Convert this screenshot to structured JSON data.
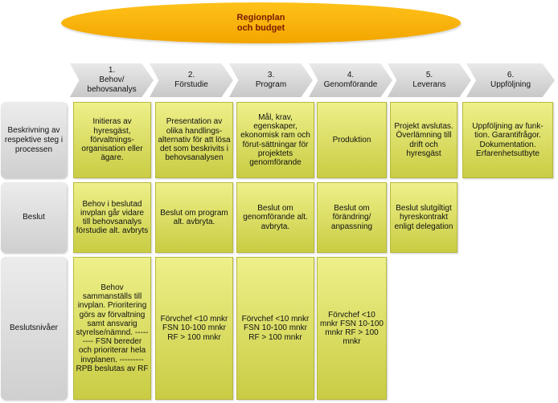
{
  "header": {
    "title": "Regionplan\noch budget"
  },
  "steps": [
    {
      "label": "1.\nBehov/\nbehovsanalys"
    },
    {
      "label": "2.\nFörstudie"
    },
    {
      "label": "3.\nProgram"
    },
    {
      "label": "4.\nGenomförande"
    },
    {
      "label": "5.\nLeverans"
    },
    {
      "label": "6.\nUppföljning"
    }
  ],
  "rows": [
    {
      "label": "Beskrivning av respektive steg i processen"
    },
    {
      "label": "Beslut"
    },
    {
      "label": "Beslutsnivåer"
    }
  ],
  "cells": {
    "description": [
      "Initieras av hyresgäst, förvaltnings-organisation eller ägare.",
      "Presentation av olika handlings-alternativ för att lösa det som beskrivits i behovsanalysen",
      "Mål, krav, egenskaper, ekonomisk ram och förut-sättningar för projektets genomförande",
      "Produktion",
      "Projekt avslutas. Överlämning till drift och hyresgäst",
      "Uppföljning av funk-tion. Garantifrågor. Dokumentation. Erfarenhetsutbyte"
    ],
    "decision": [
      "Behov i beslutad invplan går vidare till behovsanalys förstudie alt. avbryts",
      "Beslut om program alt. avbryta.",
      "Beslut om genomförande alt. avbryta.",
      "Beslut om förändring/ anpassning",
      "Beslut slutgiltigt hyreskontrakt enligt delegation"
    ],
    "levels": [
      "Behov sammanställs till invplan. Prioritering görs av förvaltning samt ansvarig styrelse/nämnd. --------- FSN bereder och prioriterar hela invplanen. --------- RPB beslutas av RF",
      "Förvchef <10 mnkr FSN 10-100 mnkr RF > 100 mnkr",
      "Förvchef <10 mnkr FSN 10-100 mnkr RF > 100 mnkr",
      "Förvchef <10 mnkr FSN 10-100 mnkr RF > 100 mnkr"
    ]
  }
}
